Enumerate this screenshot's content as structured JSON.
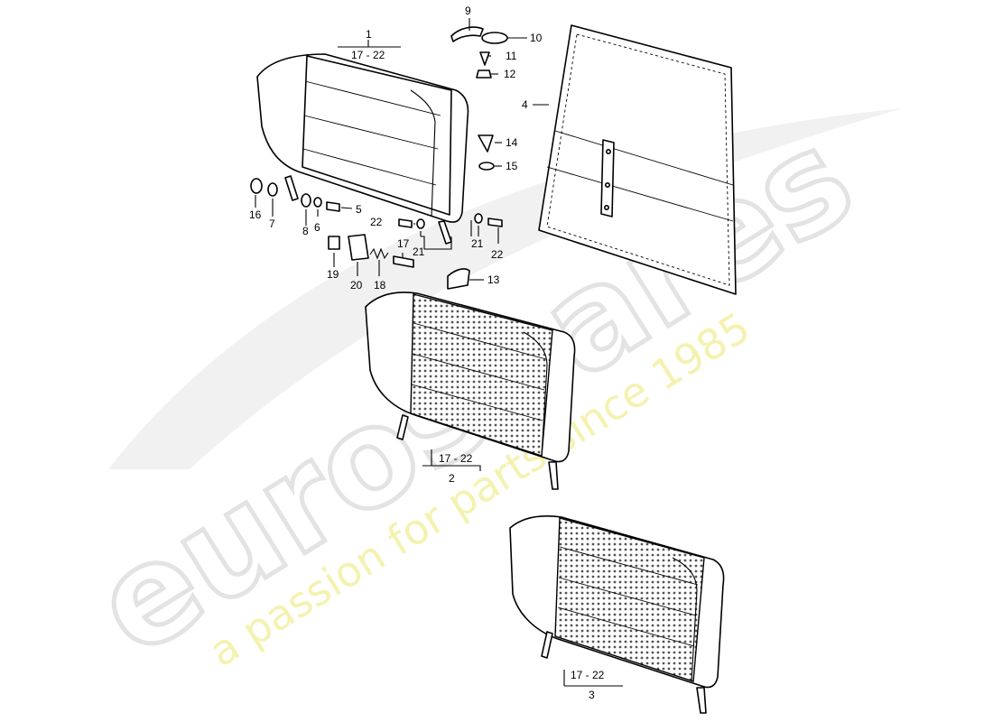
{
  "watermark": {
    "brand": "eurospares",
    "tagline": "a passion for parts since 1985",
    "brand_color": "#e4e4e4",
    "tagline_color": "#f3f1a8"
  },
  "callouts": {
    "p1": "1",
    "p2": "2",
    "p3": "3",
    "p4": "4",
    "p5": "5",
    "p6": "6",
    "p7": "7",
    "p8": "8",
    "p9": "9",
    "p10": "10",
    "p11": "11",
    "p12": "12",
    "p13": "13",
    "p14": "14",
    "p15": "15",
    "p16": "16",
    "p17": "17",
    "p18": "18",
    "p19": "19",
    "p20": "20",
    "p21a": "21",
    "p21b": "21",
    "p22a": "22",
    "p22b": "22",
    "range1": "17 - 22",
    "range2": "17 - 22",
    "range3": "17 - 22"
  }
}
